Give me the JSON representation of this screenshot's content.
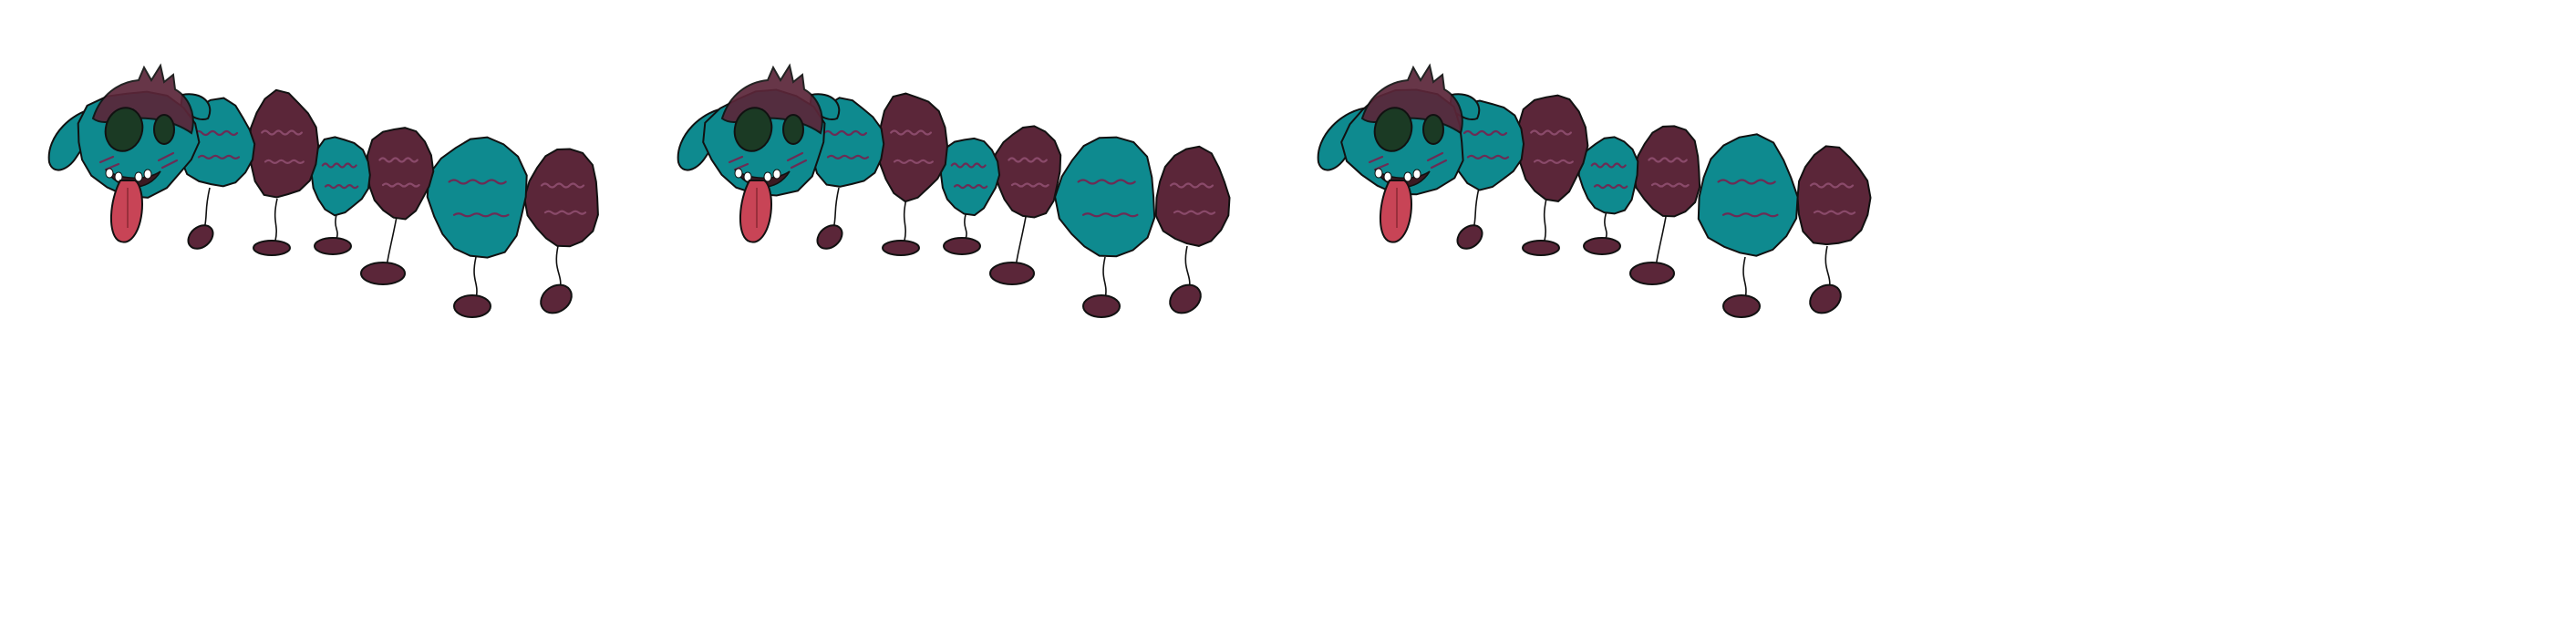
{
  "canvas": {
    "background": "#ffffff"
  },
  "colors": {
    "teal": "#0e8a8f",
    "maroon": "#5b2639",
    "dark_eye": "#1b3a24",
    "tongue": "#c84456",
    "outline": "#111111",
    "stroke_accent": "#6c2c55",
    "teeth": "#ffffff"
  },
  "figures": [
    {
      "name": "caterpillar-drawing-1",
      "segment_colors": [
        "teal",
        "maroon",
        "teal",
        "maroon",
        "teal",
        "maroon"
      ]
    },
    {
      "name": "caterpillar-drawing-2",
      "segment_colors": [
        "teal",
        "maroon",
        "teal",
        "maroon",
        "teal",
        "maroon"
      ]
    },
    {
      "name": "caterpillar-drawing-3",
      "segment_colors": [
        "teal",
        "maroon",
        "teal",
        "maroon",
        "teal",
        "maroon"
      ]
    }
  ]
}
